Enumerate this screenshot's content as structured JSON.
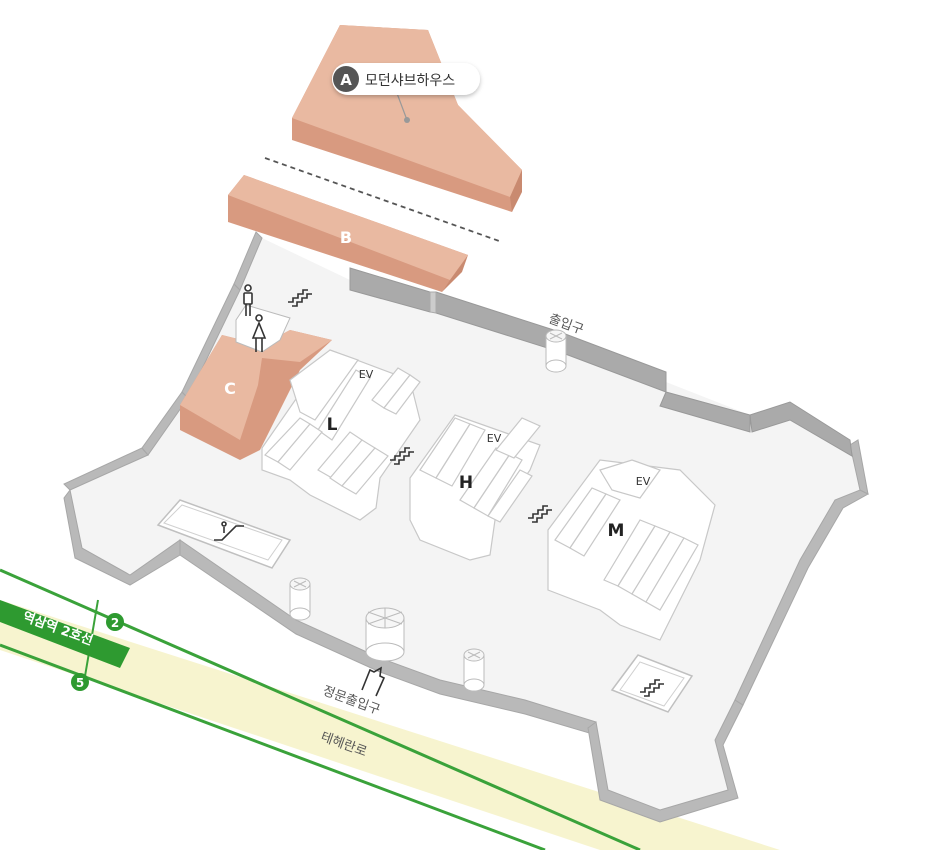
{
  "buildings": {
    "a": {
      "letter": "A",
      "name": "모던샤브하우스"
    },
    "b": {
      "letter": "B"
    },
    "c": {
      "letter": "C"
    }
  },
  "zones": {
    "l": {
      "letter": "L",
      "ev": "EV"
    },
    "h": {
      "letter": "H",
      "ev": "EV"
    },
    "m": {
      "letter": "M",
      "ev": "EV"
    }
  },
  "entrances": {
    "exit_top": "출입구",
    "main_gate": "정문출입구"
  },
  "road": {
    "name": "테헤란로"
  },
  "subway": {
    "station": "역삼역 2호선",
    "line_upper": "2",
    "line_lower": "5",
    "line_color": "#3aa23a"
  },
  "colors": {
    "building": "#e9b9a1",
    "floor": "#f4f4f4",
    "wall": "#b9b9b9",
    "road": "#f7f4cf"
  }
}
